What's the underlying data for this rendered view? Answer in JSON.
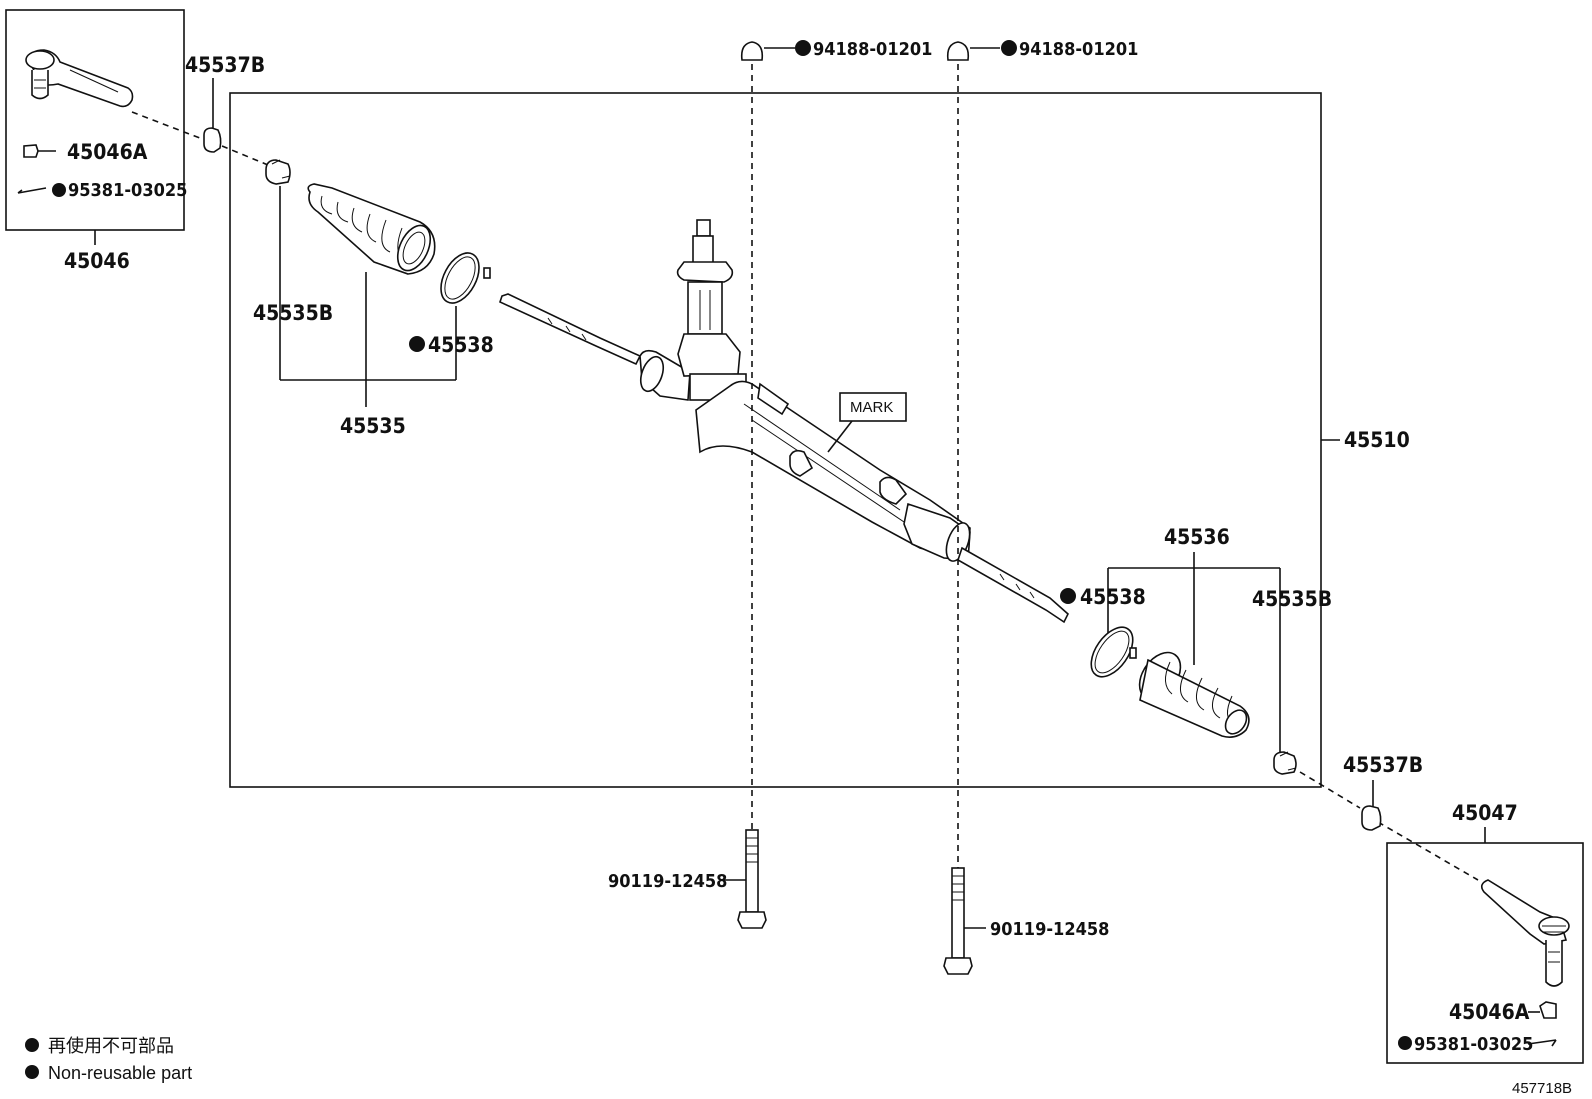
{
  "labels": {
    "tie_end_left_assy": "45046",
    "tie_end_left_nut": "45046A",
    "cotter_pin_left": "95381-03025",
    "tie_end_right_assy": "45047",
    "tie_end_right_nut": "45046A",
    "cotter_pin_right": "95381-03025",
    "lock_nut_left": "45537B",
    "lock_nut_right": "45537B",
    "boot_clip_left": "45535B",
    "boot_clip_right": "45535B",
    "boot_left": "45535",
    "boot_right": "45536",
    "boot_clamp_left": "45538",
    "boot_clamp_right": "45538",
    "rack_assy": "45510",
    "bushing_left": "94188-01201",
    "bushing_right": "94188-01201",
    "bolt_left": "90119-12458",
    "bolt_right": "90119-12458",
    "mark": "MARK",
    "diagram_id": "457718B"
  },
  "legend": {
    "jp": "再使用不可部品",
    "en": "Non-reusable part"
  },
  "colors": {
    "ink": "#111111",
    "paper": "#ffffff"
  }
}
